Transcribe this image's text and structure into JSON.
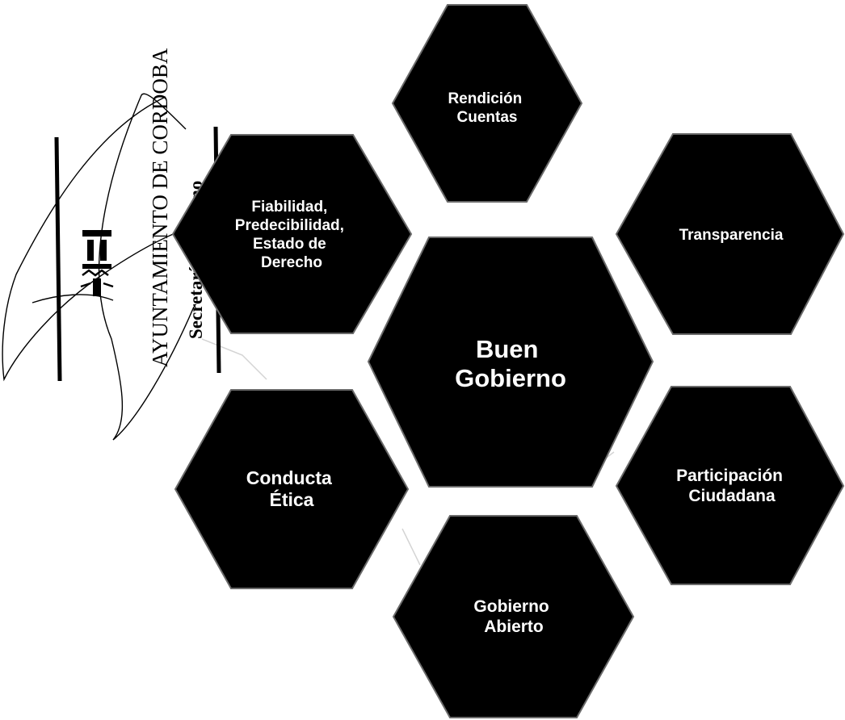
{
  "diagram": {
    "center": {
      "lines": [
        "Buen",
        "Gobierno"
      ]
    },
    "nodes": [
      {
        "id": "rendicion",
        "lines": [
          "Rendición",
          "Cuentas"
        ]
      },
      {
        "id": "transparencia",
        "lines": [
          "Transparencia"
        ]
      },
      {
        "id": "participacion",
        "lines": [
          "Participación",
          "Ciudadana"
        ]
      },
      {
        "id": "gobierno-abierto",
        "lines": [
          "Gobierno",
          "Abierto"
        ]
      },
      {
        "id": "conducta",
        "lines": [
          "Conducta",
          "Ética"
        ]
      },
      {
        "id": "fiabilidad",
        "lines": [
          "Fiabilidad,",
          "Predecibilidad,",
          "Estado de",
          "Derecho"
        ]
      }
    ]
  },
  "stamp": {
    "org": "AYUNTAMIENTO DE CORDOBA",
    "office": "Secretaría del Pleno"
  },
  "colors": {
    "hex_fill": "#000000",
    "hex_text": "#ffffff",
    "stamp": "#000000"
  }
}
